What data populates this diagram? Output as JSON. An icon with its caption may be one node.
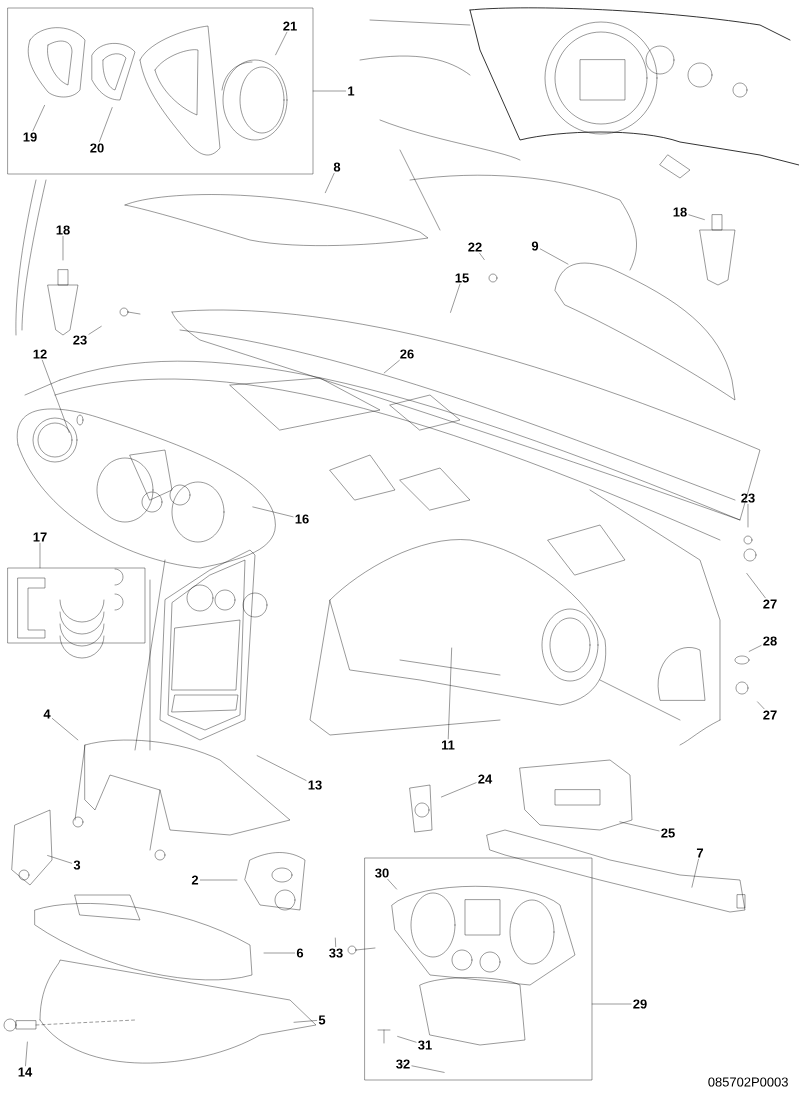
{
  "diagram": {
    "nodes": [
      {
        "text": [],
        "shape": "box"
      },
      {
        "text": [
          "19"
        ],
        "in": 0
      },
      {
        "text": [
          "20"
        ],
        "in": 0
      },
      {
        "text": [
          "21"
        ],
        "in": 0
      },
      {
        "text": [
          "1"
        ]
      },
      {
        "text": [
          "8"
        ]
      },
      {
        "text": [
          "18"
        ]
      },
      {
        "text": [
          "23"
        ]
      },
      {
        "text": [
          "22"
        ]
      },
      {
        "text": [
          "15"
        ]
      },
      {
        "text": [
          "9"
        ]
      },
      {
        "text": [
          "26"
        ]
      },
      {
        "text": [
          "18"
        ]
      },
      {
        "text": [
          "12"
        ]
      },
      {
        "text": [
          "16"
        ]
      },
      {
        "text": [
          "23"
        ]
      },
      {
        "text": [
          "17"
        ]
      },
      {
        "text": [],
        "shape": "box"
      },
      {
        "text": [
          "27"
        ]
      },
      {
        "text": [
          "28"
        ]
      },
      {
        "text": [
          "27"
        ]
      },
      {
        "text": [
          "11"
        ]
      },
      {
        "text": [
          "4"
        ]
      },
      {
        "text": [
          "13"
        ]
      },
      {
        "text": [
          "24"
        ]
      },
      {
        "text": [
          "25"
        ]
      },
      {
        "text": [
          "3"
        ]
      },
      {
        "text": [
          "7"
        ]
      },
      {
        "text": [
          "2"
        ]
      },
      {
        "text": [],
        "shape": "box"
      },
      {
        "text": [
          "30"
        ],
        "in": 29
      },
      {
        "text": [
          "6"
        ]
      },
      {
        "text": [
          "33"
        ]
      },
      {
        "text": [
          "14"
        ]
      },
      {
        "text": [
          "5"
        ]
      },
      {
        "text": [
          "29"
        ]
      },
      {
        "text": [
          "31"
        ],
        "in": 29
      },
      {
        "text": [
          "32"
        ],
        "in": 29
      }
    ],
    "edges": [
      {
        "from": 1,
        "to": null,
        "arrow": "none"
      },
      {
        "from": 2,
        "to": null,
        "arrow": "none"
      },
      {
        "from": 3,
        "to": null,
        "arrow": "none"
      },
      {
        "from": 4,
        "to": 0,
        "arrow": "none"
      },
      {
        "from": 5,
        "to": null,
        "arrow": "none"
      },
      {
        "from": 6,
        "to": null,
        "arrow": "none"
      },
      {
        "from": 7,
        "to": null,
        "arrow": "none"
      },
      {
        "from": 8,
        "to": null,
        "arrow": "none"
      },
      {
        "from": 9,
        "to": null,
        "arrow": "none"
      },
      {
        "from": 10,
        "to": null,
        "arrow": "none"
      },
      {
        "from": 11,
        "to": null,
        "arrow": "none"
      },
      {
        "from": 12,
        "to": null,
        "arrow": "none"
      },
      {
        "from": 13,
        "to": null,
        "arrow": "none"
      },
      {
        "from": 14,
        "to": null,
        "arrow": "none"
      },
      {
        "from": 15,
        "to": null,
        "arrow": "none"
      },
      {
        "from": 16,
        "to": 17,
        "arrow": "none"
      },
      {
        "from": 18,
        "to": null,
        "arrow": "none"
      },
      {
        "from": 19,
        "to": null,
        "arrow": "none"
      },
      {
        "from": 20,
        "to": null,
        "arrow": "none"
      },
      {
        "from": 21,
        "to": null,
        "arrow": "none"
      },
      {
        "from": 22,
        "to": null,
        "arrow": "none"
      },
      {
        "from": 23,
        "to": null,
        "arrow": "none"
      },
      {
        "from": 24,
        "to": null,
        "arrow": "none"
      },
      {
        "from": 25,
        "to": null,
        "arrow": "none"
      },
      {
        "from": 26,
        "to": null,
        "arrow": "none"
      },
      {
        "from": 27,
        "to": null,
        "arrow": "none"
      },
      {
        "from": 28,
        "to": null,
        "arrow": "none"
      },
      {
        "from": 30,
        "to": null,
        "arrow": "none"
      },
      {
        "from": 31,
        "to": null,
        "arrow": "none"
      },
      {
        "from": 32,
        "to": null,
        "arrow": "none"
      },
      {
        "from": 33,
        "to": null,
        "arrow": "none"
      },
      {
        "from": 34,
        "to": null,
        "arrow": "none"
      },
      {
        "from": 35,
        "to": 29,
        "arrow": "none"
      },
      {
        "from": 36,
        "to": null,
        "arrow": "none"
      },
      {
        "from": 37,
        "to": null,
        "arrow": "none"
      }
    ],
    "labels": [
      "085702P0003"
    ]
  }
}
